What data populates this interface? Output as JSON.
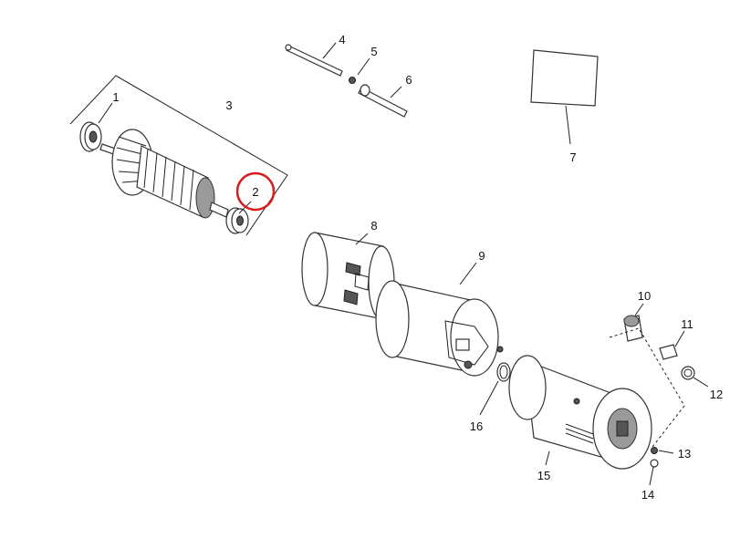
{
  "callouts": {
    "c1": "1",
    "c2": "2",
    "c3": "3",
    "c4": "4",
    "c5": "5",
    "c6": "6",
    "c7": "7",
    "c8": "8",
    "c9": "9",
    "c10": "10",
    "c11": "11",
    "c12": "12",
    "c13": "13",
    "c14": "14",
    "c15": "15",
    "c16": "16"
  },
  "highlight": {
    "callout": "2",
    "color": "#d81b1b"
  }
}
